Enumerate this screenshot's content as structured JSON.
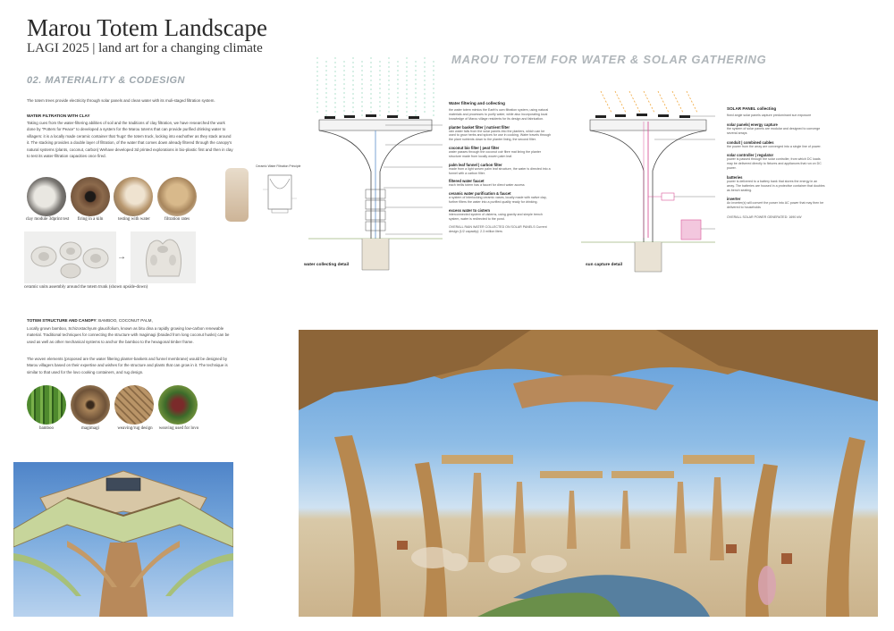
{
  "header": {
    "title": "Marou Totem Landscape",
    "subtitle": "LAGI 2025 | land art for a changing climate",
    "section": "02. MATERIALITY & CODESIGN",
    "hero_title": "MAROU TOTEM FOR WATER & SOLAR GATHERING"
  },
  "intro": "The totem trees provide electricity through solar panels and clean water with its muli-staged filtration system.",
  "water": {
    "heading": "WATER FILTRATION WITH CLAY",
    "body": "Taking cues from the water-filtering abilities of soil and the traditions of clay filtration, we have researched the work done by \"Potters for Peace\" to developed a system for the Marou totems that can provide purified drinking water to villagers: it is a locally made ceramic container that 'hugs' the totem truck, locking into eachother as they stack around it. The stacking provides a double layer of filtration, of the water that comes down already filtered through the canopy's natural systems (plants, coconut, carbon) Wehave developed 3d printed explorations in bio-plastic first and then in clay to test its water-filtration capacities once fired."
  },
  "clay_captions": [
    "clay module 3dprint test",
    "firing in a kiln",
    "testing with water",
    "filtration rates"
  ],
  "ceramic_caption": "ceramic units assembly around the totem trunk (shown upside-down)",
  "structure": {
    "heading": "TOTEM STRUCTURE AND CANOPY",
    "heading_rest": ": BAMBOO, COCONUT PALM,",
    "body1": "Locally grown bamboo, Schizostachyum glaucifolium, known as bitu dina a rapidly growing low-carbon renewable material. Traditional techniques for connecting the structure with magimagi (braided from long coconut husks) can be used as well as other mechanical systems to anchor the bamboo to the hexagonal timber frame.",
    "body2": "The woven elements (proposed are the water filtering planter-baskets and funnel membrane) would be designed by Marou villagers based on their expertise and wishes for the structure and plants that can grow in it. The technique is similar to that used for the lovo cooking containers, and rug design."
  },
  "material_captions": [
    "bamboo",
    "magimagi",
    "weaving/rug design",
    "weaving used for lovo"
  ],
  "small_diagram_label": "Ceramic Water Filtration Principle",
  "water_notes": {
    "title": "Water filtering and collecting",
    "intro": "the water totem mimics the Earth's own filtration system, using natural materials and processes to purify water, while also incorporating local knowledge of Marou village residents for its design and fabrication.",
    "items": [
      {
        "h": "planter basket filter | nutrient filter",
        "t": "rain water falls from the solar panels into the planters, which can be used to grow herbs and spices for use in cooking. Water travels through the plant nutrients down to the planter lining, the second filter."
      },
      {
        "h": "coconut bio filter | peat filter",
        "t": "water passes through the coconut coir fibre mat lining the planter structure made from locally woven palm leaf."
      },
      {
        "h": "palm leaf funnel | carbon filter",
        "t": "made from a light woven palm leaf structure, the water is directed into a funnel with a carbon filter."
      },
      {
        "h": "filtered water faucet",
        "t": "each trellis totem has a faucet for direct water access"
      },
      {
        "h": "ceramic water purification & faucet",
        "t": "a system of interlocking ceramic vases, locally made with native clay, further filters the water into a purified quality ready for drinking."
      },
      {
        "h": "excess water to cistern",
        "t": "interconnected system of cisterns, using gravity and simple trench system, water is redirected to the pond."
      }
    ],
    "total": "OVERALL RAIN WATER COLLECTED ON SOLAR PANELS Current design (1/2 capacity): 2.3 million liters"
  },
  "solar_notes": {
    "title": "SOLAR PANEL collecting",
    "intro": "fixed angle solar panels capture predominant sun exposure",
    "items": [
      {
        "h": "solar panels| energy capture",
        "t": "the system of solar panels are modular and designed to converge several arrays"
      },
      {
        "h": "conduit | combined cables",
        "t": "the power from the array are converged into a single line of power."
      },
      {
        "h": "solar controller | regulator",
        "t": "power is passed through the solar controller, from which DC loads may be delivered directly to fixtures and appliances that run on DC power."
      },
      {
        "h": "batteries",
        "t": "power is delivered to a battery bank that stores the energy in an array. The batteries are housed in a protective container that doubles as bench seating."
      },
      {
        "h": "inverter",
        "t": "An inverter(s) will convert the power into AC power that may then be delivered to households"
      }
    ],
    "total": "OVERALL SOLAR POWER GENERATED: 1690 kW"
  },
  "detail_labels": {
    "water": "water collecting detail",
    "sun": "sun capture detail"
  },
  "colors": {
    "accent_grey": "#9ea7ad",
    "sky": "#6aa8de",
    "wood": "#b88a55",
    "water_blue": "#5b8fc9",
    "solar_pink": "#d9579a",
    "sun_orange": "#f0a63a"
  }
}
